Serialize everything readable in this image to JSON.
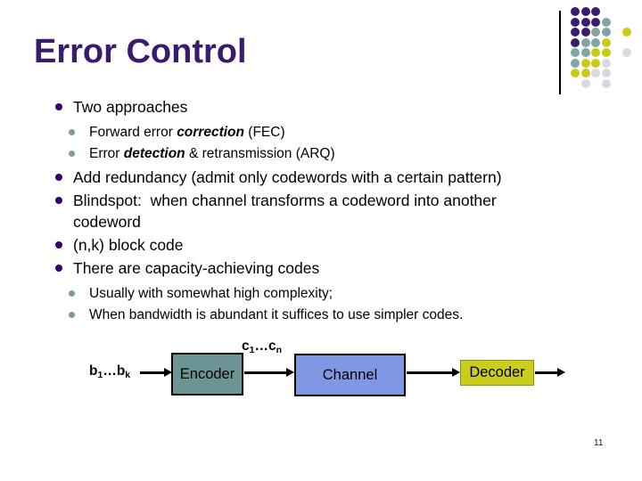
{
  "slide": {
    "title": "Error Control",
    "page_number": "11",
    "colors": {
      "title": "#3a1b6e",
      "bullet_l1": "#330066",
      "bullet_l2": "#7b9da0",
      "encoder_fill": "#6b9594",
      "channel_fill": "#8098e4",
      "decoder_fill": "#cacc1e",
      "decoder_border": "#8e9013"
    }
  },
  "bullets": [
    {
      "level": 1,
      "segments": [
        {
          "text": "Two approaches"
        }
      ]
    },
    {
      "level": 2,
      "segments": [
        {
          "text": "Forward error "
        },
        {
          "text": "correction",
          "style": "bi"
        },
        {
          "text": " (FEC)"
        }
      ]
    },
    {
      "level": 2,
      "segments": [
        {
          "text": "Error "
        },
        {
          "text": "detection",
          "style": "bi"
        },
        {
          "text": " & retransmission (ARQ)"
        }
      ]
    },
    {
      "level": 1,
      "segments": [
        {
          "text": "Add redundancy (admit only codewords with a certain pattern)"
        }
      ]
    },
    {
      "level": 1,
      "segments": [
        {
          "text": "Blindspot:  when channel transforms a codeword into another\ncodeword"
        }
      ]
    },
    {
      "level": 1,
      "segments": [
        {
          "text": "(n,k) block code"
        }
      ]
    },
    {
      "level": 1,
      "segments": [
        {
          "text": "There are capacity-achieving codes"
        }
      ]
    },
    {
      "level": 2,
      "segments": [
        {
          "text": "Usually with somewhat high complexity;"
        }
      ]
    },
    {
      "level": 2,
      "segments": [
        {
          "text": "When bandwidth is abundant it suffices to use simpler codes."
        }
      ]
    }
  ],
  "diagram": {
    "input_label": {
      "pre": "b",
      "pre_sub": "1",
      "dots": "…",
      "post": "b",
      "post_sub": "k"
    },
    "code_label": {
      "pre": "c",
      "pre_sub": "1",
      "dots": "…",
      "post": "c",
      "post_sub": "n"
    },
    "encoder": {
      "label": "Encoder"
    },
    "channel": {
      "label": "Channel"
    },
    "decoder": {
      "label": "Decoder"
    }
  },
  "decoration": {
    "dot_colors": {
      "P": "#3b1d70",
      "T": "#7fa5a5",
      "Y": "#c9cc16",
      "G": "#d9d9e2"
    },
    "dot_grid": [
      [
        "P",
        "P",
        "P",
        "",
        "",
        ""
      ],
      [
        "P",
        "P",
        "P",
        "T",
        "",
        ""
      ],
      [
        "P",
        "P",
        "T",
        "T",
        "",
        "Y"
      ],
      [
        "P",
        "T",
        "T",
        "Y",
        "",
        ""
      ],
      [
        "T",
        "T",
        "Y",
        "Y",
        "",
        "G"
      ],
      [
        "T",
        "Y",
        "Y",
        "G",
        "",
        ""
      ],
      [
        "Y",
        "Y",
        "G",
        "G",
        "",
        ""
      ],
      [
        "",
        "G",
        "",
        "G",
        "",
        ""
      ]
    ]
  }
}
